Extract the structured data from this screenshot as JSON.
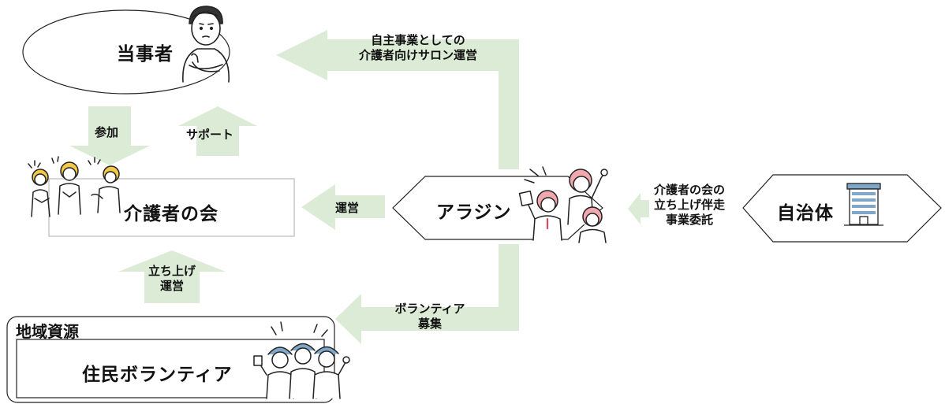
{
  "colors": {
    "arrow": "#dcebd6",
    "line": "#222222",
    "box_border": "#b8b8b8",
    "accent_blue": "#7ea7c9",
    "accent_pink": "#f1a7ae",
    "accent_yellow": "#f2c84b"
  },
  "nodes": {
    "toujisha": "当事者",
    "kaigosha_no_kai": "介護者の会",
    "aladdin": "アラジン",
    "jichitai": "自治体",
    "chiiki_shigen": "地域資源",
    "jumin_volunteer": "住民ボランティア"
  },
  "arrows": {
    "salon_line1": "自主事業としての",
    "salon_line2": "介護者向けサロン運営",
    "sanka": "参加",
    "support": "サポート",
    "unei": "運営",
    "tachiage_line1": "立ち上げ",
    "tachiage_line2": "運営",
    "itaku_line1": "介護者の会の",
    "itaku_line2": "立ち上げ伴走",
    "itaku_line3": "事業委託",
    "volunteer_line1": "ボランティア",
    "volunteer_line2": "募集"
  },
  "icons": [
    "thinking-person-icon",
    "caregivers-group-icon",
    "cheering-staff-icon",
    "city-hall-building-icon",
    "volunteers-cheering-icon"
  ]
}
